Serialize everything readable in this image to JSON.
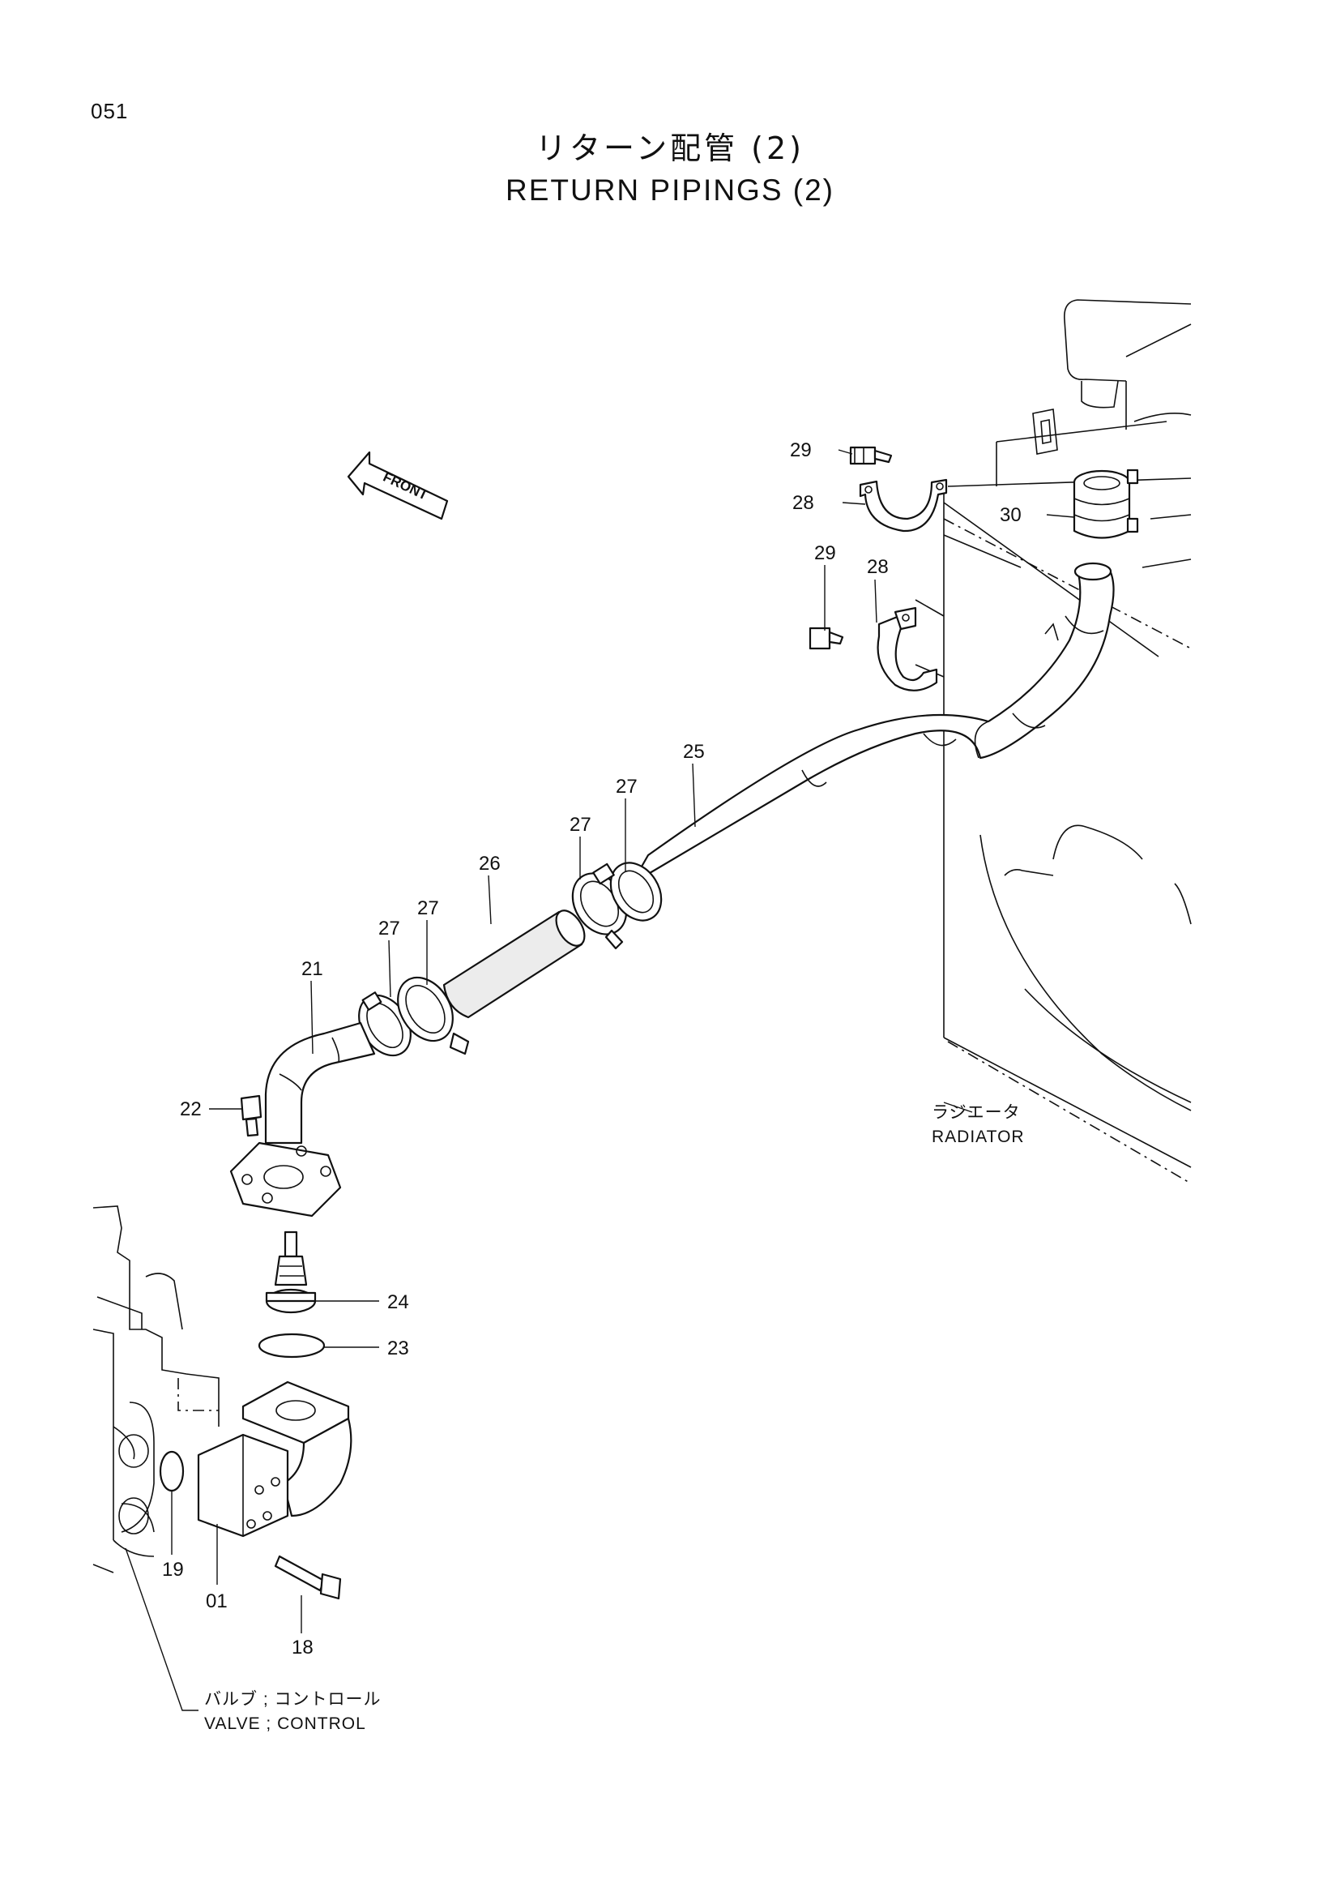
{
  "page_number": "051",
  "title_jp": "リターン配管 (2)",
  "title_en": "RETURN PIPINGS (2)",
  "front_arrow_label": "FRONT",
  "callouts": [
    "29",
    "28",
    "30",
    "29",
    "28",
    "25",
    "27",
    "27",
    "26",
    "27",
    "27",
    "21",
    "22",
    "24",
    "23",
    "19",
    "01",
    "18"
  ],
  "radiator_label": {
    "jp": "ラジエータ",
    "en": "RADIATOR"
  },
  "valve_label": {
    "jp": "バルブ ; コントロール",
    "en": "VALVE ; CONTROL"
  }
}
